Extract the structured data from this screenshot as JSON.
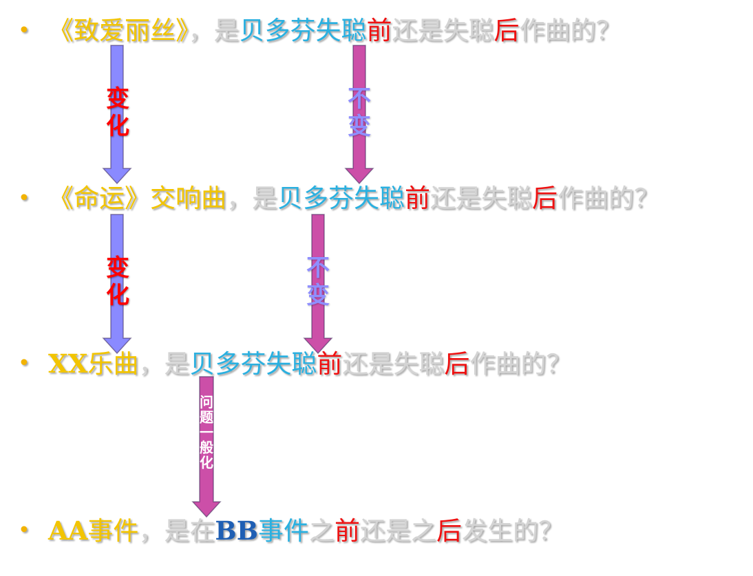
{
  "bullet": "•",
  "rows": [
    {
      "segments": [
        {
          "text": "《致爱丽丝》",
          "color": "gold"
        },
        {
          "text": "，是",
          "color": "grey"
        },
        {
          "text": "贝多芬失聪",
          "color": "cyan"
        },
        {
          "text": "前",
          "color": "red"
        },
        {
          "text": "还是失聪",
          "color": "grey"
        },
        {
          "text": "后",
          "color": "red"
        },
        {
          "text": "作曲的？",
          "color": "grey"
        }
      ]
    },
    {
      "segments": [
        {
          "text": "《命运》交响曲",
          "color": "gold"
        },
        {
          "text": "，是",
          "color": "grey"
        },
        {
          "text": "贝多芬失聪",
          "color": "cyan"
        },
        {
          "text": "前",
          "color": "red"
        },
        {
          "text": "还是失聪",
          "color": "grey"
        },
        {
          "text": "后",
          "color": "red"
        },
        {
          "text": "作曲的？",
          "color": "grey"
        }
      ]
    },
    {
      "segments": [
        {
          "text": "XX",
          "color": "gold-b"
        },
        {
          "text": "乐曲",
          "color": "gold"
        },
        {
          "text": "，是",
          "color": "grey"
        },
        {
          "text": "贝多芬失聪",
          "color": "cyan"
        },
        {
          "text": "前",
          "color": "red"
        },
        {
          "text": "还是失聪",
          "color": "grey"
        },
        {
          "text": "后",
          "color": "red"
        },
        {
          "text": "作曲的？",
          "color": "grey"
        }
      ]
    },
    {
      "segments": [
        {
          "text": "AA",
          "color": "gold-b"
        },
        {
          "text": "事件",
          "color": "gold"
        },
        {
          "text": "，是在",
          "color": "grey"
        },
        {
          "text": "BB",
          "color": "blue-b"
        },
        {
          "text": "事件",
          "color": "cyan"
        },
        {
          "text": "之",
          "color": "grey"
        },
        {
          "text": "前",
          "color": "red"
        },
        {
          "text": "还是之",
          "color": "grey"
        },
        {
          "text": "后",
          "color": "red"
        },
        {
          "text": "发生的？",
          "color": "grey"
        }
      ]
    }
  ],
  "arrows": {
    "change_1": "变化",
    "same_1": "不变",
    "change_2": "变化",
    "same_2": "不变",
    "generalize": "问题一般化"
  },
  "colors": {
    "change_arrow": "#8a8aff",
    "same_arrow": "#cc4fa8",
    "generalize_arrow": "#cc4fa8"
  }
}
